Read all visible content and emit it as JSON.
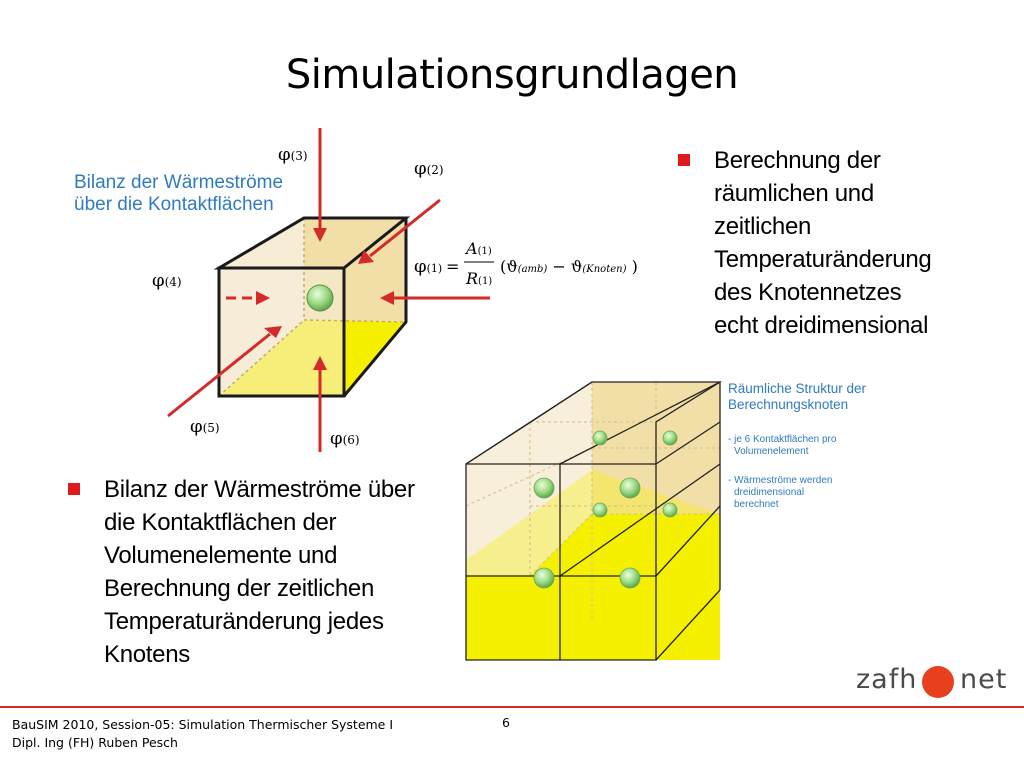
{
  "title": "Simulationsgrundlagen",
  "bullet_right": [
    "Berechnung der",
    "räumlichen und",
    "zeitlichen",
    "Temperaturänderung",
    "des Knotennetzes",
    "echt dreidimensional"
  ],
  "bullet_left": [
    "Bilanz der Wärmeströme über",
    "die Kontaktflächen der",
    "Volumenelemente und",
    "Berechnung der zeitlichen",
    "Temperaturänderung jedes",
    "Knotens"
  ],
  "cube_label": [
    "Bilanz der Wärmeströme",
    "über die Kontaktflächen"
  ],
  "flux_labels": {
    "f3": "(3)",
    "f2": "(2)",
    "f4": "(4)",
    "f5": "(5)",
    "f6": "(6)"
  },
  "formula": {
    "lhs": "(1)",
    "numerator": "A",
    "numerator_sub": "(1)",
    "denominator": "R",
    "denominator_sub": "(1)",
    "t1_sub": "(amb)",
    "t2_sub": "(Knoten)"
  },
  "struct": {
    "title": [
      "Räumliche Struktur der",
      "Berechnungsknoten"
    ],
    "note1": [
      "- je 6 Kontaktflächen pro",
      "  Volumenelement"
    ],
    "note2": [
      "- Wärmeströme werden",
      "  dreidimensional",
      "  berechnet"
    ]
  },
  "footer": {
    "line1": "BauSIM 2010, Session-05: Simulation Thermischer Systeme I",
    "line2": "Dipl. Ing (FH) Ruben Pesch",
    "page": "6"
  },
  "logo": {
    "left": "zafh",
    "right": "net"
  },
  "colors": {
    "accent_red": "#d82a2a",
    "label_blue": "#2f7bbf",
    "yellow": "#f5f000",
    "beige": "#f2dfa8"
  }
}
